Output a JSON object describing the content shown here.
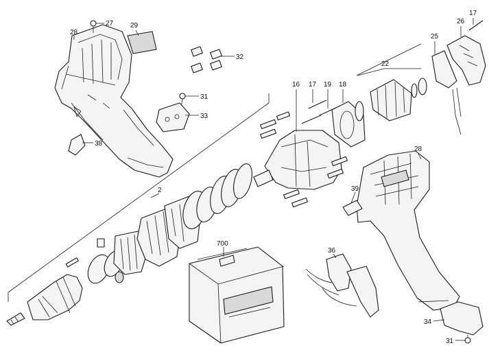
{
  "callouts": [
    {
      "id": "c27",
      "label": "27"
    },
    {
      "id": "c29",
      "label": "29"
    },
    {
      "id": "c28a",
      "label": "28"
    },
    {
      "id": "c32",
      "label": "32"
    },
    {
      "id": "c31a",
      "label": "31"
    },
    {
      "id": "c33",
      "label": "33"
    },
    {
      "id": "c38",
      "label": "38"
    },
    {
      "id": "c2",
      "label": "2"
    },
    {
      "id": "c16",
      "label": "16"
    },
    {
      "id": "c17a",
      "label": "17"
    },
    {
      "id": "c19",
      "label": "19"
    },
    {
      "id": "c18",
      "label": "18"
    },
    {
      "id": "c22",
      "label": "22"
    },
    {
      "id": "c25",
      "label": "25"
    },
    {
      "id": "c26",
      "label": "26"
    },
    {
      "id": "c17b",
      "label": "17"
    },
    {
      "id": "c28b",
      "label": "28"
    },
    {
      "id": "c39",
      "label": "39"
    },
    {
      "id": "c700",
      "label": "700"
    },
    {
      "id": "c36",
      "label": "36"
    },
    {
      "id": "c34",
      "label": "34"
    },
    {
      "id": "c31b",
      "label": "31"
    }
  ]
}
